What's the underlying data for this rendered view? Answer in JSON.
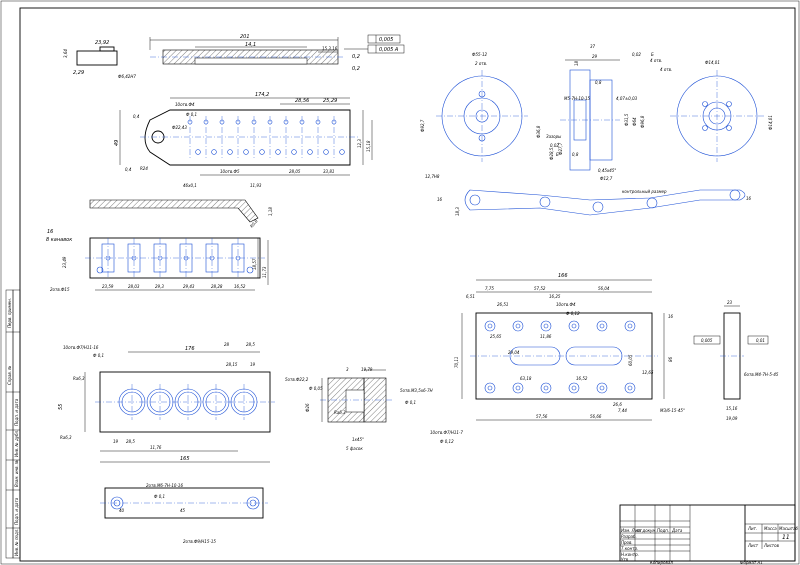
{
  "drawing": {
    "title_block": {
      "sheet_number": "11",
      "col_labels": [
        "Лит.",
        "Масса",
        "Масштаб"
      ],
      "sheet_label": "Лист",
      "sheets_label": "Листов",
      "row_labels": [
        "Изм. Лист",
        "№ докум.",
        "Подп.",
        "Дата"
      ],
      "role_labels": [
        "Разраб.",
        "Пров.",
        "Т.контр.",
        "Н.контр.",
        "Утв."
      ],
      "copied_label": "Копировал",
      "format_label": "Формат А1"
    },
    "margin_labels": [
      "Перв. примен.",
      "Справ. №",
      "Подп. и дата",
      "Инв. № дубл.",
      "Взам. инв. №",
      "Подп. и дата",
      "Инв. № подл."
    ],
    "part_top_bar": {
      "dims": [
        "201",
        "14,1",
        "15 3,16",
        "3,64",
        "23,92",
        "2,29",
        "Ф6,42Н7",
        "0,2",
        "0,2"
      ],
      "tolerances": [
        "0,005",
        "0,005 А"
      ]
    },
    "part_comb": {
      "dims": [
        "174,2",
        "28,56",
        "25,29",
        "10отв.Ф4",
        "Ф22,43",
        "Ф 0,1",
        "0,4",
        "R24",
        "0,4",
        "49",
        "46x0,1",
        "10отв.Ф5",
        "28,05",
        "33,81",
        "11,93",
        "12,3",
        "15,18"
      ]
    },
    "part_rail": {
      "dims": [
        "16",
        "8 канавок",
        "23,49",
        "2отв.Ф15",
        "23,59",
        "28,03",
        "29,3",
        "29,43",
        "28,28",
        "16,52",
        "18,57",
        "11,73",
        "1,18",
        "R0,8"
      ]
    },
    "part_plate": {
      "dims": [
        "10отв.Ф7/Н11-16",
        "Ф 0,1",
        "Ra6,3",
        "Ra6,3",
        "55",
        "11,76",
        "165",
        "176",
        "28",
        "28,5",
        "28,15",
        "19",
        "28,5",
        "19"
      ]
    },
    "part_bushing": {
      "dims": [
        "5отв.Ф22,2",
        "Ф 0,05",
        "3",
        "19,79",
        "Ф26",
        "Ra6,3",
        "5отв.М3,5х6-7Н",
        "Ф 0,1",
        "1x45°",
        "5 фасок"
      ]
    },
    "part_strip": {
      "dims": [
        "2отв.М6-7Н-10-16",
        "Ф 0,1",
        "40",
        "45",
        "2отв.Ф9/Н15-15"
      ]
    },
    "part_disc": {
      "dims": [
        "Ф55-12",
        "2 отв.",
        "Ф92,7",
        "Ф36,8",
        "Ф28,5",
        "Ф27,7",
        "0,45х45°",
        "Зазоры",
        "0,02",
        "Б",
        "0,8",
        "М5-7Н-10-15",
        "4 отв.",
        "Ф14,01",
        "Ф14,01",
        "37",
        "29",
        "18",
        "0,8",
        "4,07±0,03",
        "Ф31,5",
        "Ф64",
        "Ф96,8",
        "0,02",
        "Б",
        "Ф12,7"
      ]
    },
    "part_chain": {
      "dims": [
        "12,7Н8",
        "16",
        "18,3",
        "контрольный размер",
        "16"
      ]
    },
    "part_block": {
      "dims": [
        "166",
        "57,52",
        "56,04",
        "7,75",
        "26,51",
        "16,25",
        "6,51",
        "25,65",
        "10отв.Ф4",
        "Ф 0,12",
        "11,86",
        "29,04",
        "63,18",
        "16,52",
        "70,11",
        "86",
        "60,05",
        "12,65",
        "7,44",
        "57,56",
        "56,66",
        "26,6",
        "10отв.Ф7/Н11-7",
        "Ф 0,12",
        "16",
        "М3/6-15-45°"
      ]
    },
    "part_side": {
      "dims": [
        "23",
        "0,005",
        "0,01",
        "6отв.М4-7Н-5-45",
        "15,16",
        "19,09"
      ]
    }
  }
}
